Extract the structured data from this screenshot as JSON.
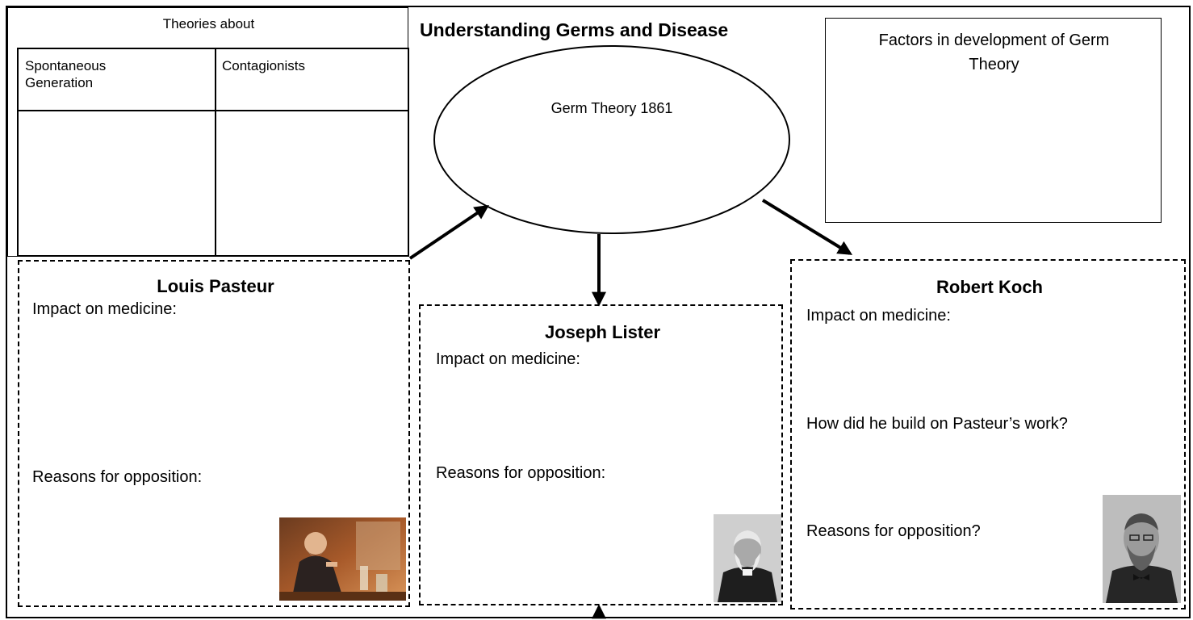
{
  "page_title": "Understanding Germs and Disease",
  "theories": {
    "title": "Theories about",
    "columns": [
      "Spontaneous\nGeneration",
      "Contagionists"
    ]
  },
  "germ_theory": {
    "label": "Germ Theory 1861"
  },
  "factors": {
    "title": "Factors in development of Germ\nTheory"
  },
  "pasteur": {
    "name": "Louis Pasteur",
    "impact_label": "Impact on medicine:",
    "opposition_label": "Reasons for opposition:"
  },
  "lister": {
    "name": "Joseph Lister",
    "impact_label": "Impact on medicine:",
    "opposition_label": "Reasons for opposition:"
  },
  "koch": {
    "name": "Robert Koch",
    "impact_label": "Impact on medicine:",
    "build_label": "How did he build on Pasteur’s work?",
    "opposition_label": "Reasons for opposition?"
  }
}
